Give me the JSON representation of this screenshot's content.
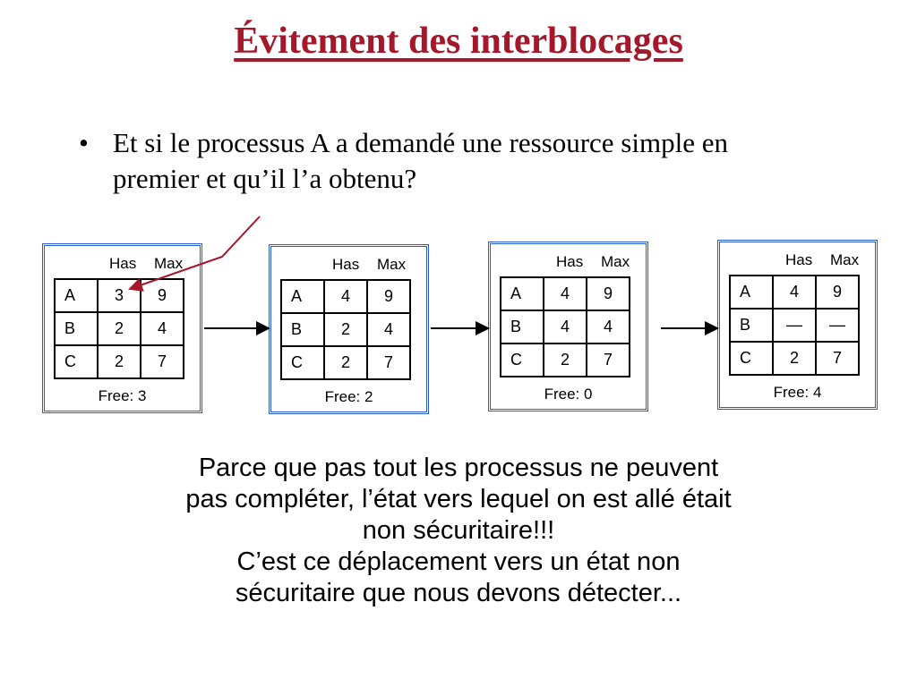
{
  "title": "Évitement des interblocages",
  "bullet": {
    "symbol": "•",
    "text": "Et si le processus A a demandé une ressource simple en premier et qu’il l’a obtenu?"
  },
  "states": [
    {
      "header_has": "Has",
      "header_max": "Max",
      "rows": [
        {
          "proc": "A",
          "has": "3",
          "max": "9"
        },
        {
          "proc": "B",
          "has": "2",
          "max": "4"
        },
        {
          "proc": "C",
          "has": "2",
          "max": "7"
        }
      ],
      "free": "Free: 3"
    },
    {
      "header_has": "Has",
      "header_max": "Max",
      "rows": [
        {
          "proc": "A",
          "has": "4",
          "max": "9"
        },
        {
          "proc": "B",
          "has": "2",
          "max": "4"
        },
        {
          "proc": "C",
          "has": "2",
          "max": "7"
        }
      ],
      "free": "Free: 2"
    },
    {
      "header_has": "Has",
      "header_max": "Max",
      "rows": [
        {
          "proc": "A",
          "has": "4",
          "max": "9"
        },
        {
          "proc": "B",
          "has": "4",
          "max": "4"
        },
        {
          "proc": "C",
          "has": "2",
          "max": "7"
        }
      ],
      "free": "Free: 0"
    },
    {
      "header_has": "Has",
      "header_max": "Max",
      "rows": [
        {
          "proc": "A",
          "has": "4",
          "max": "9"
        },
        {
          "proc": "B",
          "has": "—",
          "max": "—"
        },
        {
          "proc": "C",
          "has": "2",
          "max": "7"
        }
      ],
      "free": "Free: 4"
    }
  ],
  "conclusion": {
    "line1": "Parce que pas tout les processus ne peuvent",
    "line2": "pas compléter, l’état vers lequel on est allé était",
    "line3": "non sécuritaire!!!",
    "line4": "C’est ce déplacement vers un état non",
    "line5": "sécuritaire que nous devons détecter..."
  },
  "colors": {
    "title": "#a3182a",
    "box_border": "#2a5bd7",
    "pointer": "#a3182a"
  }
}
